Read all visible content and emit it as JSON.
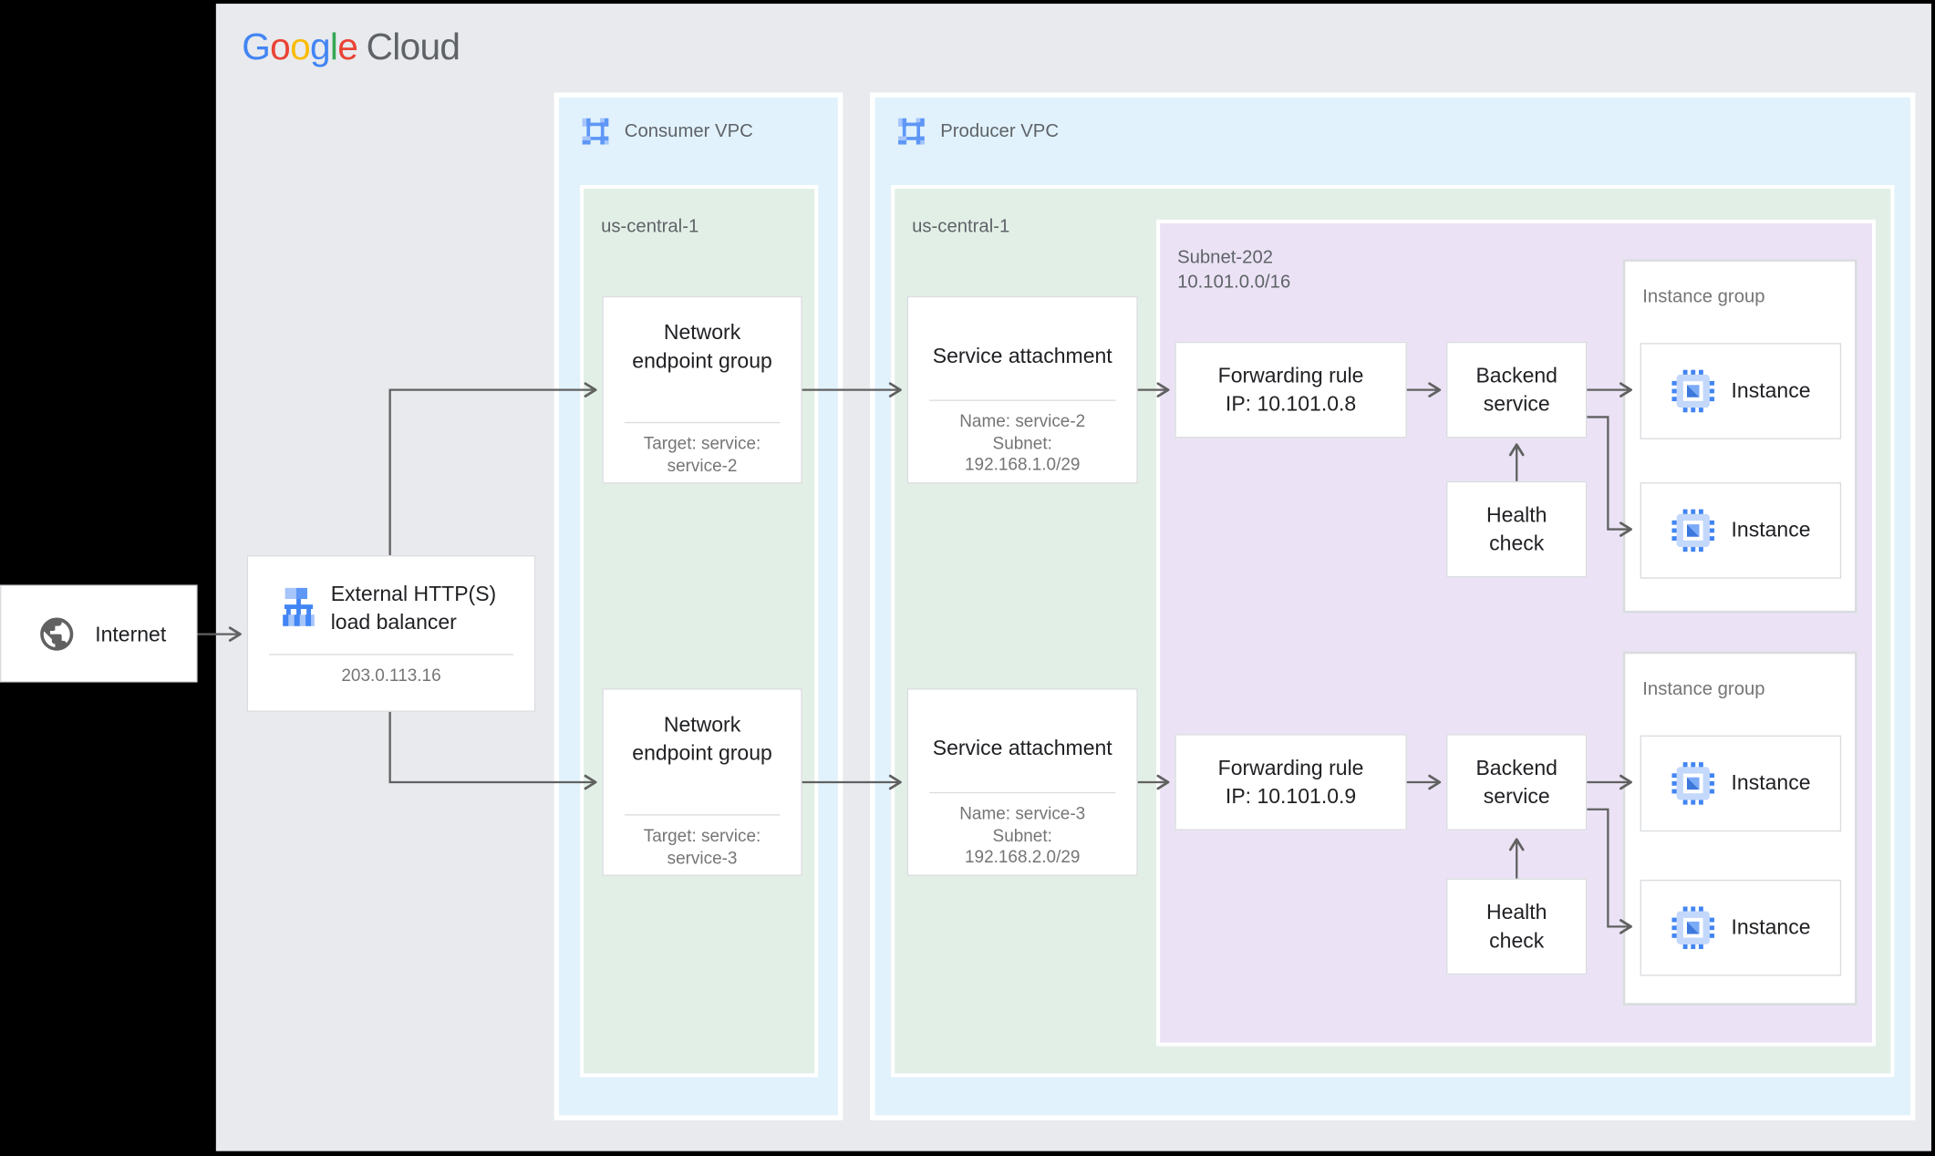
{
  "logo": {
    "letters": [
      {
        "ch": "G",
        "color": "#4285F4"
      },
      {
        "ch": "o",
        "color": "#EA4335"
      },
      {
        "ch": "o",
        "color": "#FBBC05"
      },
      {
        "ch": "g",
        "color": "#4285F4"
      },
      {
        "ch": "l",
        "color": "#34A853"
      },
      {
        "ch": "e",
        "color": "#EA4335"
      }
    ],
    "product": "Cloud"
  },
  "internet": {
    "label": "Internet"
  },
  "load_balancer": {
    "title_lines": [
      "External HTTP(S)",
      "load balancer"
    ],
    "ip": "203.0.113.16"
  },
  "consumer_vpc": {
    "label": "Consumer VPC",
    "region_label": "us-central-1"
  },
  "producer_vpc": {
    "label": "Producer VPC",
    "region_label": "us-central-1"
  },
  "subnet": {
    "label": "Subnet-202",
    "cidr": "10.101.0.0/16"
  },
  "rows": [
    {
      "neg": {
        "title_lines": [
          "Network",
          "endpoint group"
        ],
        "info_lines": [
          "Target: service:",
          "service-2"
        ]
      },
      "sa": {
        "title": "Service attachment",
        "info_lines": [
          "Name: service-2",
          "Subnet:",
          "192.168.1.0/29"
        ]
      },
      "fr": {
        "lines": [
          "Forwarding rule",
          "IP: 10.101.0.8"
        ]
      },
      "bs": {
        "lines": [
          "Backend",
          "service"
        ]
      },
      "hc": {
        "lines": [
          "Health",
          "check"
        ]
      },
      "instance_group": {
        "label": "Instance group",
        "instances": [
          "Instance",
          "Instance"
        ]
      }
    },
    {
      "neg": {
        "title_lines": [
          "Network",
          "endpoint group"
        ],
        "info_lines": [
          "Target: service:",
          "service-3"
        ]
      },
      "sa": {
        "title": "Service attachment",
        "info_lines": [
          "Name: service-3",
          "Subnet:",
          "192.168.2.0/29"
        ]
      },
      "fr": {
        "lines": [
          "Forwarding rule",
          "IP: 10.101.0.9"
        ]
      },
      "bs": {
        "lines": [
          "Backend",
          "service"
        ]
      },
      "hc": {
        "lines": [
          "Health",
          "check"
        ]
      },
      "instance_group": {
        "label": "Instance group",
        "instances": [
          "Instance",
          "Instance"
        ]
      }
    }
  ],
  "colors": {
    "canvas_bg": "#E8EAED",
    "vpc_fill": "#E1F2FC",
    "region_fill": "#E2EFE6",
    "subnet_fill": "#EBE3F5",
    "connector": "#616161",
    "box_border": "#DADCE0",
    "title_text": "#202124",
    "muted_text": "#757575",
    "label_text": "#5F6368",
    "google_blue": "#4285F4"
  }
}
